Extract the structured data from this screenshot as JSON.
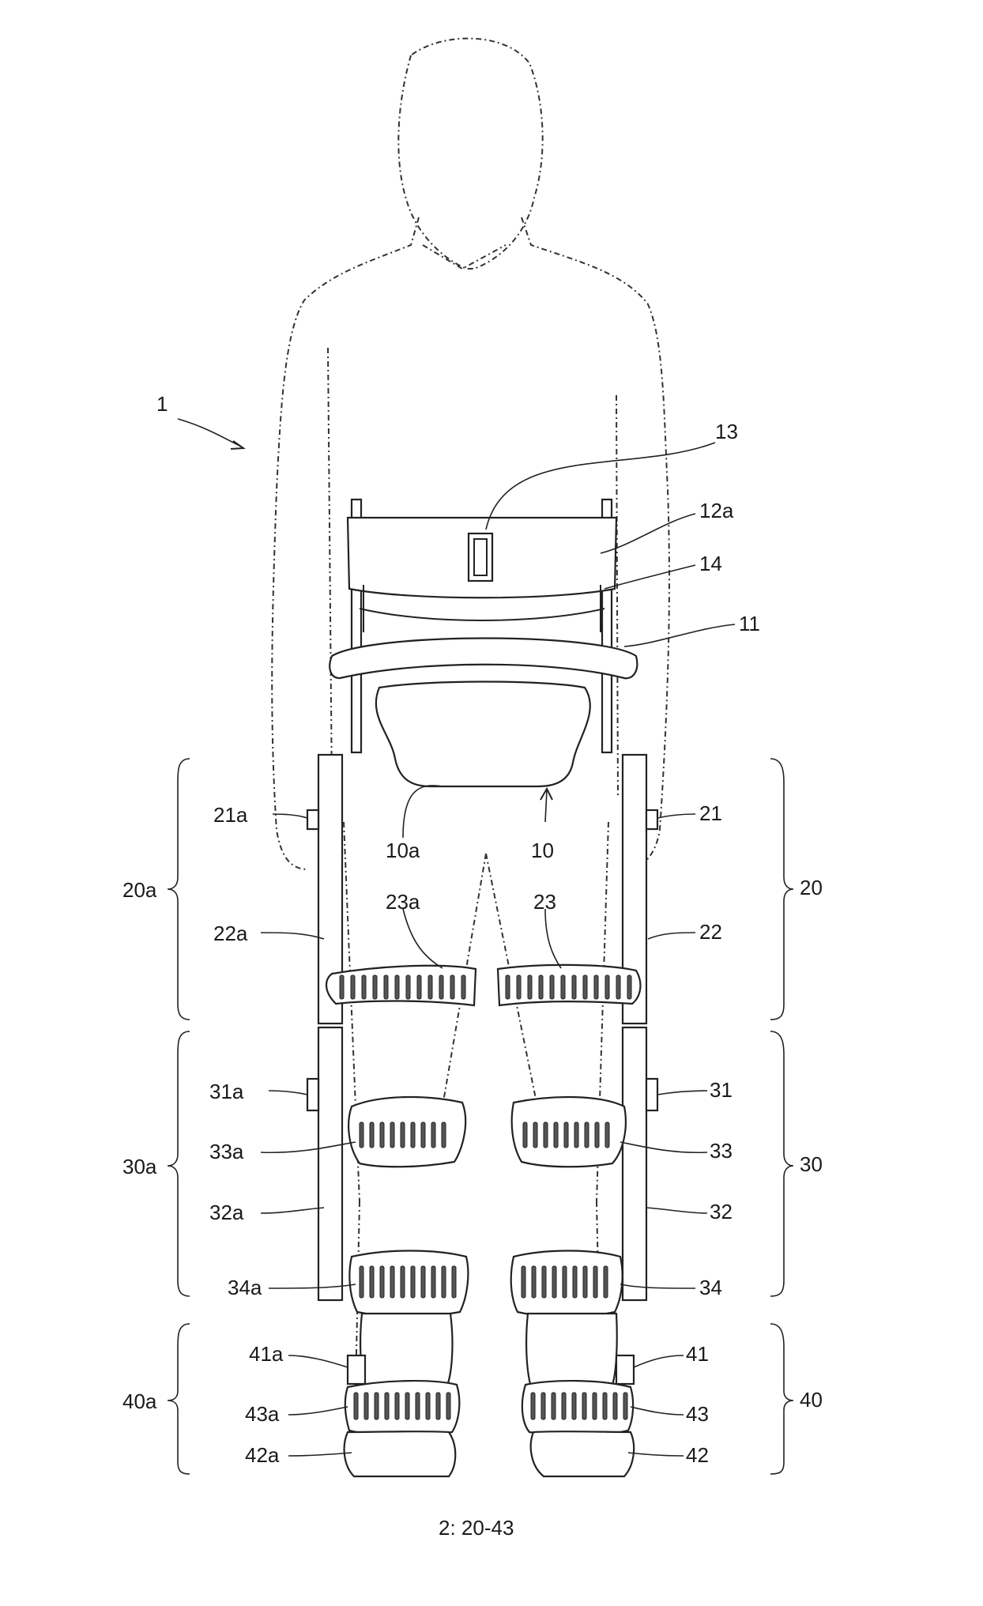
{
  "caption": "2: 20-43",
  "labels": {
    "l1": "1",
    "l13": "13",
    "l12a": "12a",
    "l14": "14",
    "l11": "11",
    "l21a": "21a",
    "l21": "21",
    "l10a": "10a",
    "l10": "10",
    "l20a": "20a",
    "l20": "20",
    "l22a": "22a",
    "l22": "22",
    "l23a": "23a",
    "l23": "23",
    "l31a": "31a",
    "l31": "31",
    "l33a": "33a",
    "l33": "33",
    "l30a": "30a",
    "l30": "30",
    "l32a": "32a",
    "l32": "32",
    "l34a": "34a",
    "l34": "34",
    "l41a": "41a",
    "l41": "41",
    "l40a": "40a",
    "l40": "40",
    "l43a": "43a",
    "l43": "43",
    "l42a": "42a",
    "l42": "42"
  }
}
